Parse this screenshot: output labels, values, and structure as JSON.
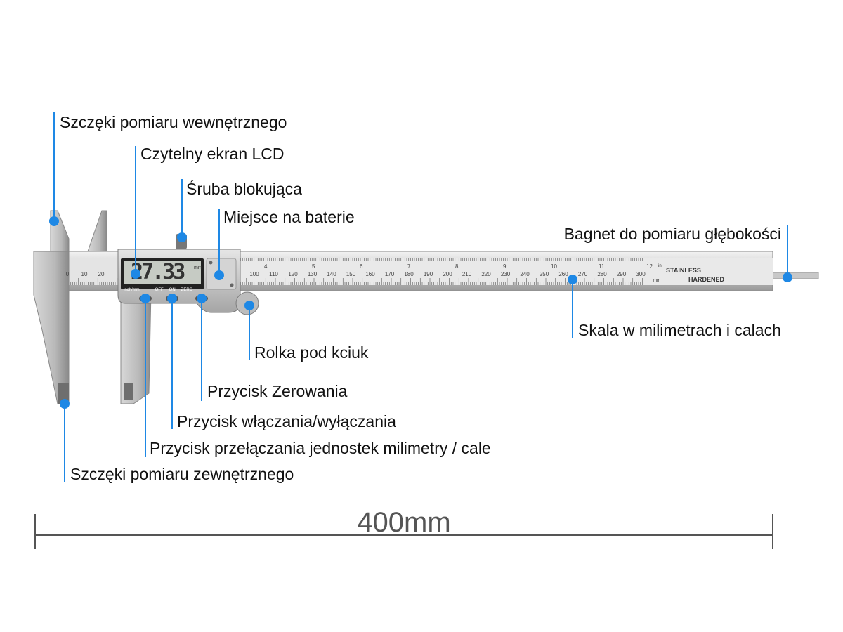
{
  "callouts": {
    "inner_jaws": "Szczęki pomiaru wewnętrznego",
    "lcd": "Czytelny ekran LCD",
    "lock_screw": "Śruba blokująca",
    "battery": "Miejsce na baterie",
    "depth_rod": "Bagnet do pomiaru głębokości",
    "scale": "Skala w milimetrach i calach",
    "thumb_roller": "Rolka pod kciuk",
    "zero_button": "Przycisk Zerowania",
    "power_button": "Przycisk włączania/wyłączania",
    "unit_button": "Przycisk przełączania jednostek milimetry / cale",
    "outer_jaws": "Szczęki pomiaru zewnętrznego"
  },
  "caliper": {
    "lcd_reading": "27.33",
    "lcd_unit": "mm",
    "button_labels": [
      "inch/mm",
      "OFF",
      "ON",
      "ZERO"
    ],
    "beam_text_1": "STAINLESS",
    "beam_text_2": "HARDENED",
    "beam_unit": "mm",
    "beam_in": "in",
    "mm_ticks": [
      "0",
      "10",
      "20",
      "100",
      "110",
      "120",
      "130",
      "140",
      "150",
      "160",
      "170",
      "180",
      "190",
      "200",
      "210",
      "220",
      "230",
      "240",
      "250",
      "260",
      "270",
      "280",
      "290",
      "300"
    ],
    "inch_ticks": [
      "4",
      "5",
      "6",
      "7",
      "8",
      "9",
      "10",
      "11",
      "12"
    ]
  },
  "dimension": {
    "label": "400mm"
  },
  "colors": {
    "accent": "#1e88e5"
  }
}
